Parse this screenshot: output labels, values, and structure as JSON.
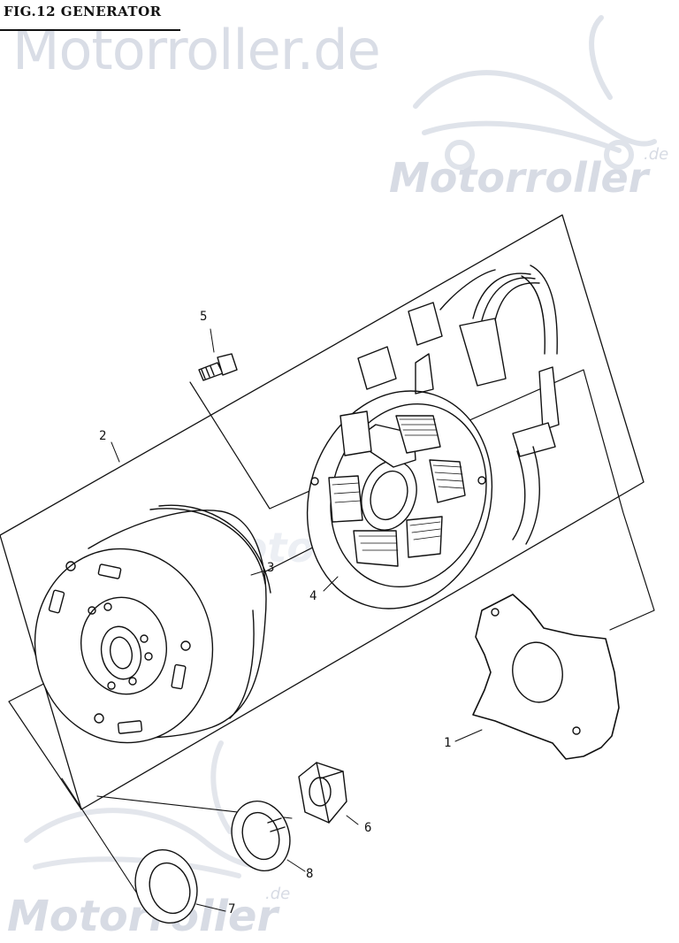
{
  "figure": {
    "title": "FIG.12 GENERATOR"
  },
  "watermark": {
    "text": "Motorroller.de",
    "brand": "Motorroller",
    "suffix": ".de"
  },
  "callouts": [
    {
      "id": "1",
      "label": "1"
    },
    {
      "id": "2",
      "label": "2"
    },
    {
      "id": "3",
      "label": "3"
    },
    {
      "id": "4",
      "label": "4"
    },
    {
      "id": "5",
      "label": "5"
    },
    {
      "id": "6",
      "label": "6"
    },
    {
      "id": "7",
      "label": "7"
    },
    {
      "id": "8",
      "label": "8"
    }
  ],
  "colors": {
    "ink": "#111111",
    "watermark": "#d9dde6"
  }
}
